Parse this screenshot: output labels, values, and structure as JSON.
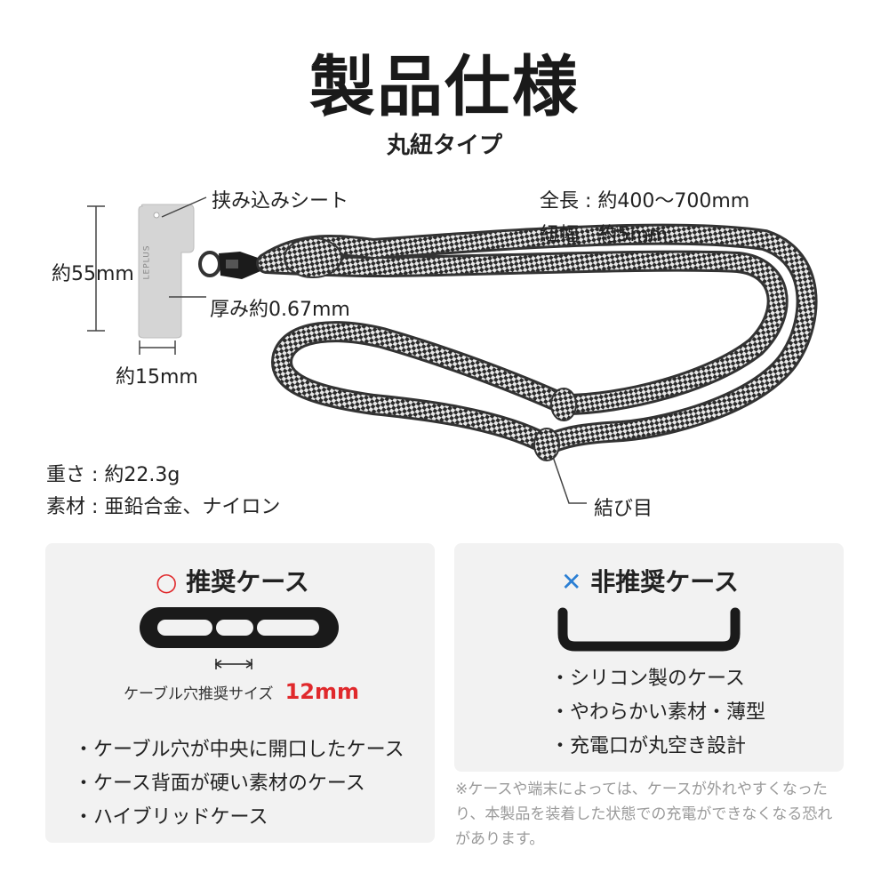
{
  "header": {
    "title": "製品仕様",
    "subtitle": "丸紐タイプ"
  },
  "product": {
    "sheet_label": "挟み込みシート",
    "height_label": "約55mm",
    "thickness_label": "厚み約0.67mm",
    "width_label": "約15mm",
    "sheet_brand": "LEPLUS",
    "length_spec": "全長 : 約400〜700mm",
    "cord_width_spec": "紐幅 : 約5mm",
    "weight_spec": "重さ : 約22.3g",
    "material_spec": "素材 : 亜鉛合金、ナイロン",
    "knot_label": "結び目"
  },
  "recommended": {
    "mark": "○",
    "title": "推奨ケース",
    "hole_size_label": "ケーブル穴推奨サイズ",
    "hole_size_value": "12mm",
    "bullets": [
      "・ケーブル穴が中央に開口したケース",
      "・ケース背面が硬い素材のケース",
      "・ハイブリッドケース"
    ]
  },
  "not_recommended": {
    "mark": "✕",
    "title": "非推奨ケース",
    "bullets": [
      "・シリコン製のケース",
      "・やわらかい素材・薄型",
      "・充電口が丸空き設計"
    ],
    "note": "※ケースや端末によっては、ケースが外れやすくなったり、本製品を装着した状態での充電ができなくなる恐れがあります。"
  },
  "colors": {
    "ok_mark": "#e0292c",
    "ng_mark": "#2b7fd4",
    "accent_value": "#e0292c",
    "panel_bg": "#f2f2f2",
    "note_text": "#9a9a9a"
  }
}
